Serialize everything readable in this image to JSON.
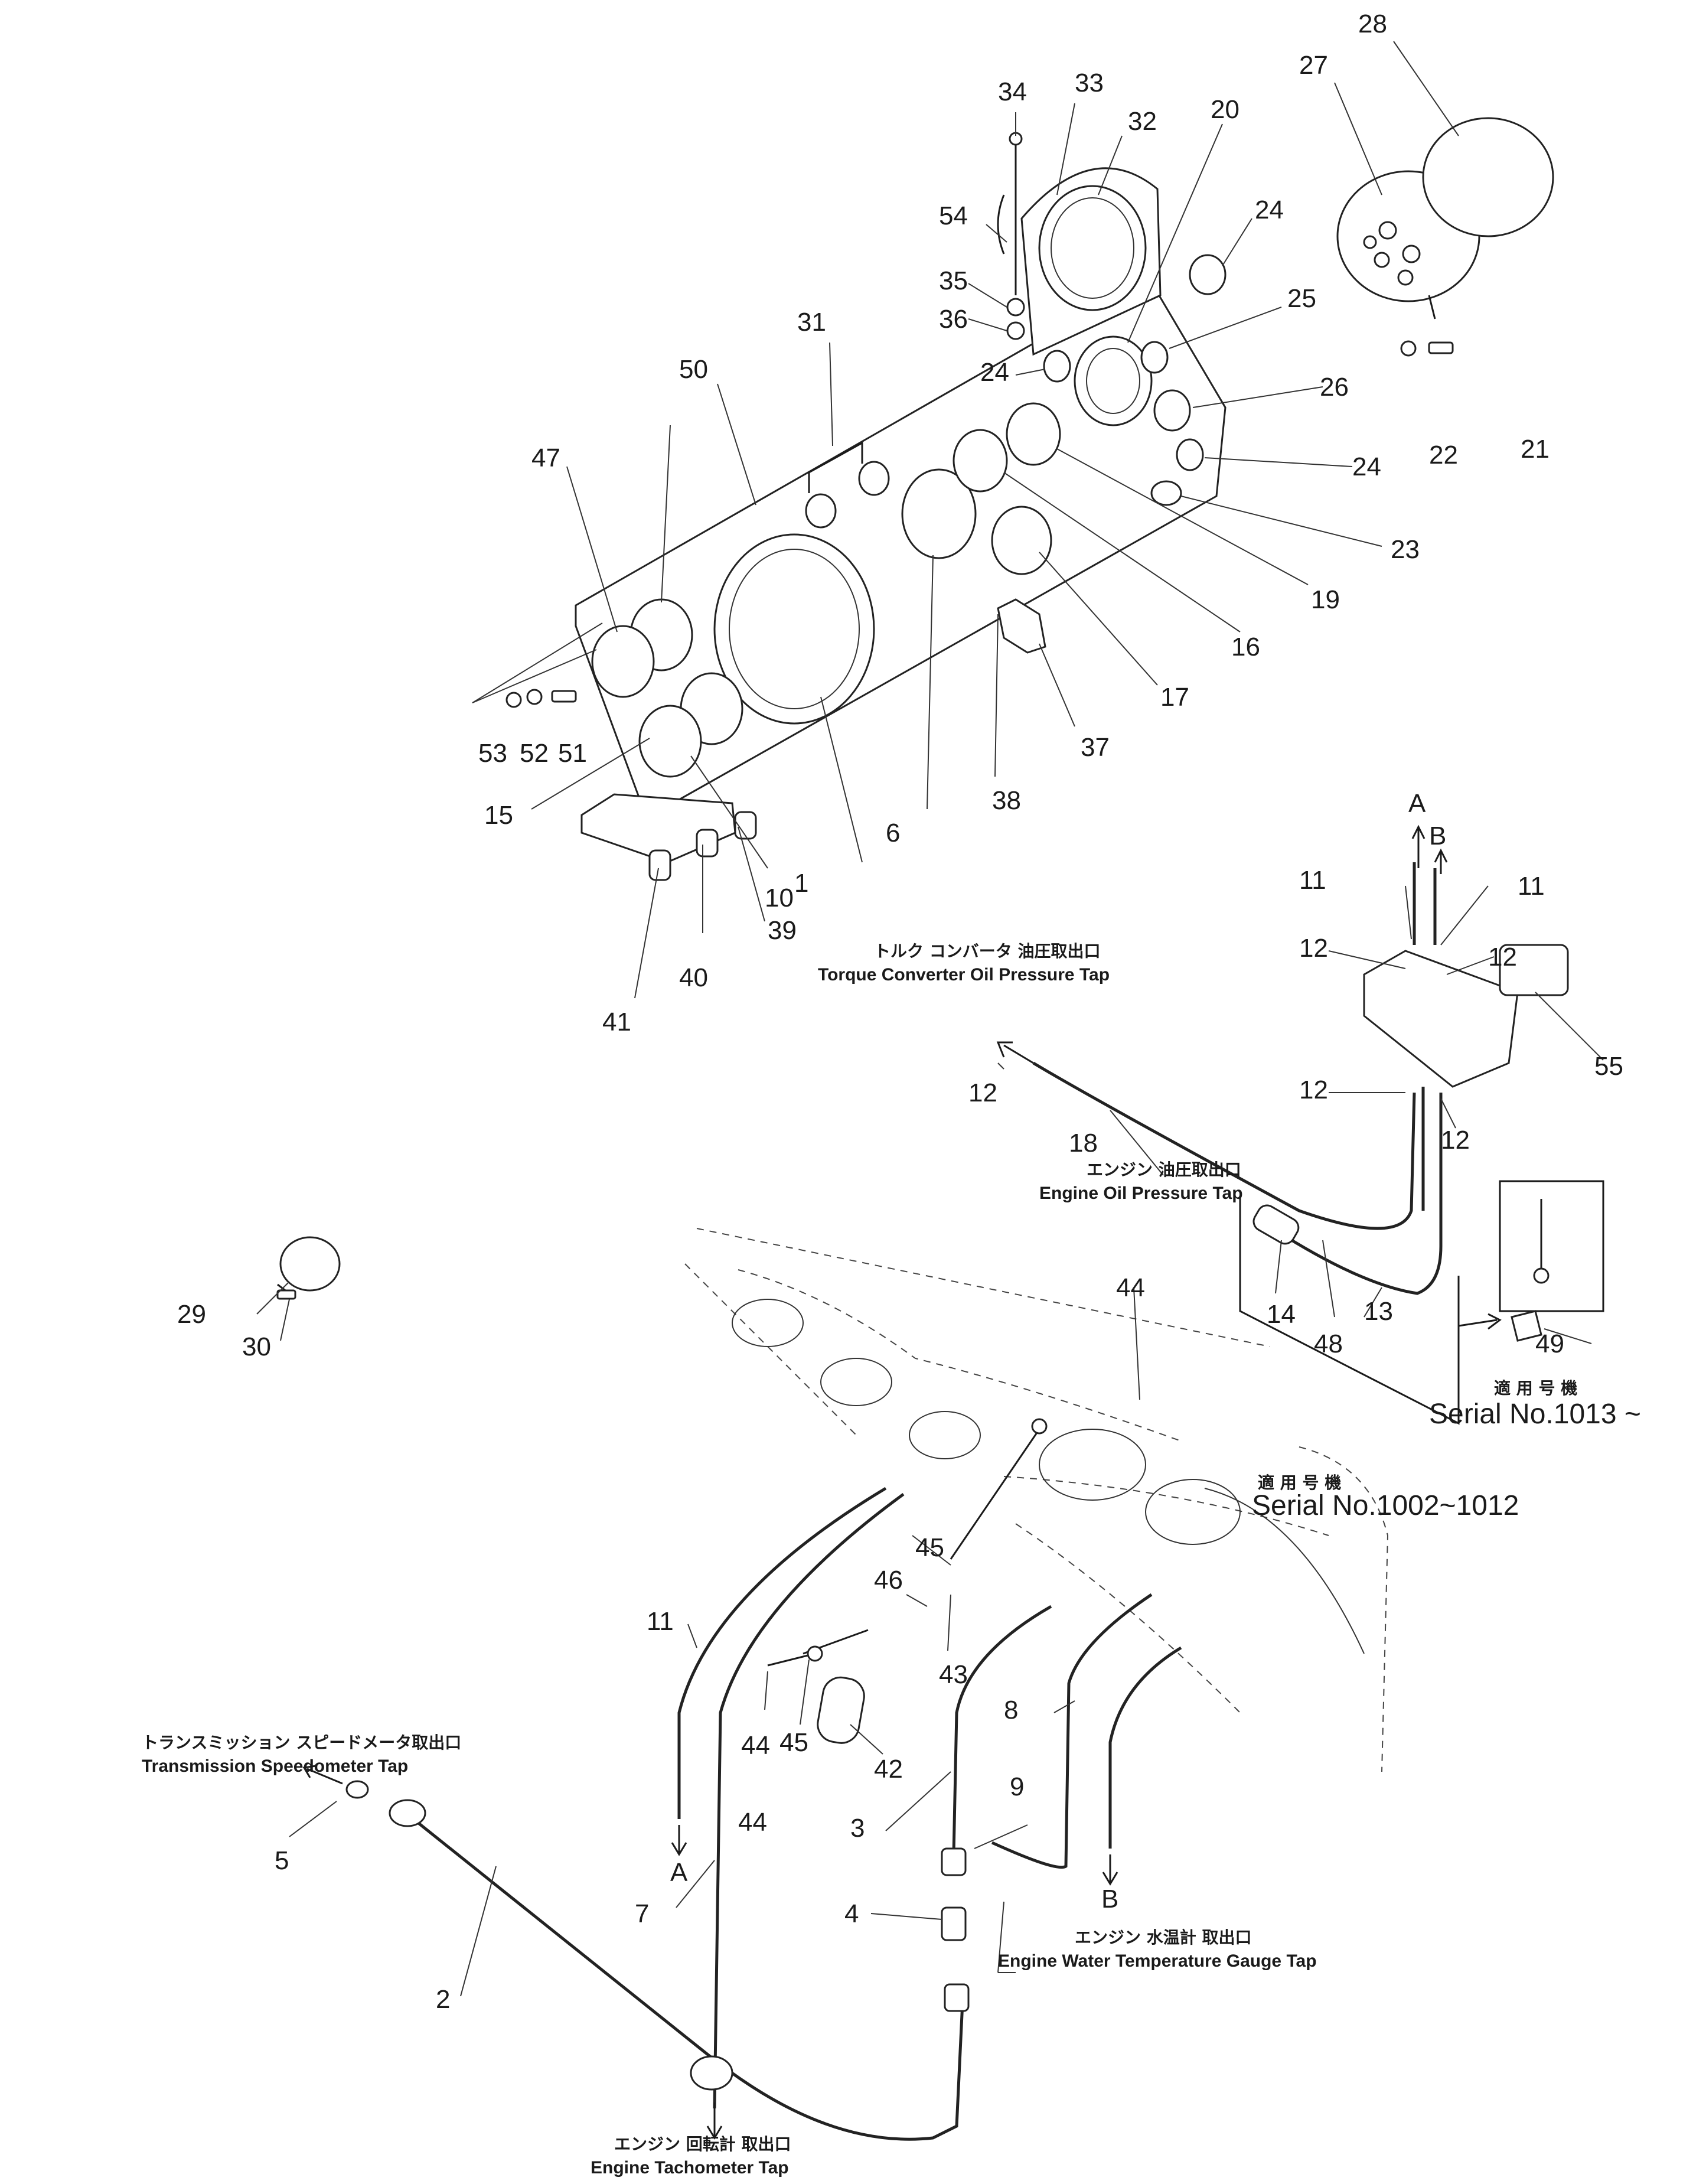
{
  "part_numbers": [
    "1",
    "2",
    "3",
    "4",
    "5",
    "6",
    "7",
    "8",
    "9",
    "10",
    "11",
    "12",
    "13",
    "14",
    "15",
    "16",
    "17",
    "18",
    "19",
    "20",
    "21",
    "22",
    "23",
    "24",
    "25",
    "26",
    "27",
    "28",
    "29",
    "30",
    "31",
    "32",
    "33",
    "34",
    "35",
    "36",
    "37",
    "38",
    "39",
    "40",
    "41",
    "42",
    "43",
    "44",
    "45",
    "46",
    "47",
    "48",
    "49",
    "50",
    "51",
    "52",
    "53",
    "54",
    "55"
  ],
  "labels": {
    "torque_jp": "トルク コンバータ 油圧取出口",
    "torque_en": "Torque Converter Oil Pressure Tap",
    "engine_oil_jp": "エンジン 油圧取出口",
    "engine_oil_en": "Engine Oil Pressure Tap",
    "trans_jp": "トランスミッション スピードメータ取出口",
    "trans_en": "Transmission Speedometer Tap",
    "water_jp": "エンジン 水温計 取出口",
    "water_en": "Engine Water Temperature Gauge Tap",
    "tacho_jp": "エンジン 回転計 取出口",
    "tacho_en": "Engine Tachometer Tap",
    "applicable_jp": "適 用 号 機",
    "serial_a": "Serial  No.1013 ~",
    "serial_b": "Serial  No.1002~1012"
  },
  "arrows": {
    "A": "A",
    "B": "B"
  }
}
